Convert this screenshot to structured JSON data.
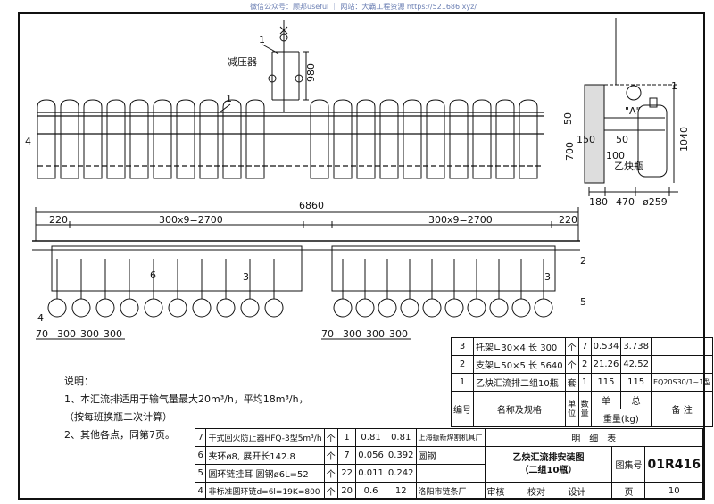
{
  "watermark": "微信公众号：顾邦useful ｜ 网站：大霸工程资源 https://521686.xyz/",
  "drawing_labels": {
    "regulator": "减压器",
    "height_980": "980",
    "total_6860": "6860",
    "seg_left": "300x9=2700",
    "seg_right": "300x9=2700",
    "dim_220_left": "220",
    "dim_220_right": "220",
    "callout_1a": "1",
    "callout_1b": "1",
    "callout_4a": "4",
    "callout_4b": "4",
    "callout_6": "6",
    "callout_3a": "3",
    "callout_3b": "3",
    "callout_2": "2",
    "callout_5": "5",
    "callout_1c": "1",
    "bottom_dims_left": [
      "70",
      "300",
      "300",
      "300"
    ],
    "bottom_dims_right": [
      "70",
      "300",
      "300",
      "300"
    ]
  },
  "side_view": {
    "detail_A": "\"A\"",
    "dim_50": "50",
    "dim_150": "150",
    "dim_50b": "50",
    "dim_100": "100",
    "dim_700": "700",
    "dim_1040": "1040",
    "label_bottle": "乙炔瓶",
    "dim_180": "180",
    "dim_470": "470",
    "dim_259": "ø259",
    "callout_1": "1"
  },
  "notes": {
    "title": "说明：",
    "line1": "1、本汇流排适用于输气量最大20m³/h，平均18m³/h，",
    "line2": "（按每班换瓶二次计算）",
    "line3": "2、其他各点，同第7页。"
  },
  "parts_upper": [
    {
      "no": "3",
      "name": "托架∟30×4 长 300",
      "unit": "个",
      "qty": "7",
      "w1": "0.534",
      "w2": "3.738",
      "note": ""
    },
    {
      "no": "2",
      "name": "支架∟50×5 长 5640",
      "unit": "个",
      "qty": "2",
      "w1": "21.26",
      "w2": "42.52",
      "note": ""
    },
    {
      "no": "1",
      "name": "乙炔汇流排二组10瓶",
      "unit": "套",
      "qty": "1",
      "w1": "115",
      "w2": "115",
      "note": "EQ20S30/1~1型"
    }
  ],
  "parts_header": {
    "no": "编号",
    "name": "名称及规格",
    "unit": "单位",
    "qty": "数量",
    "weight": "重量(kg)",
    "w1": "单",
    "w2": "总",
    "note": "备 注"
  },
  "parts_lower": [
    {
      "no": "7",
      "name": "干式回火防止器HFQ-3型5m³/h",
      "unit": "个",
      "qty": "1",
      "w1": "0.81",
      "w2": "0.81",
      "note": "上海振新焊割机具厂"
    },
    {
      "no": "6",
      "name": "夹环ø8, 展开长142.8",
      "unit": "个",
      "qty": "7",
      "w1": "0.056",
      "w2": "0.392",
      "note": "圆钢"
    },
    {
      "no": "5",
      "name": "圆环链挂耳 圆钢ø6L=52",
      "unit": "个",
      "qty": "22",
      "w1": "0.011",
      "w2": "0.242",
      "note": ""
    },
    {
      "no": "4",
      "name": "非标准圆环链d=6l=19K=800",
      "unit": "个",
      "qty": "20",
      "w1": "0.6",
      "w2": "12",
      "note": "洛阳市链条厂"
    }
  ],
  "title_block": {
    "list_title": "明　细　表",
    "drawing_title_1": "乙炔汇流排安装图",
    "drawing_title_2": "（二组10瓶）",
    "atlas_label": "图集号",
    "atlas_no": "01R416",
    "review": "审核",
    "check": "校对",
    "design": "设计",
    "page_label": "页",
    "page_no": "10"
  }
}
